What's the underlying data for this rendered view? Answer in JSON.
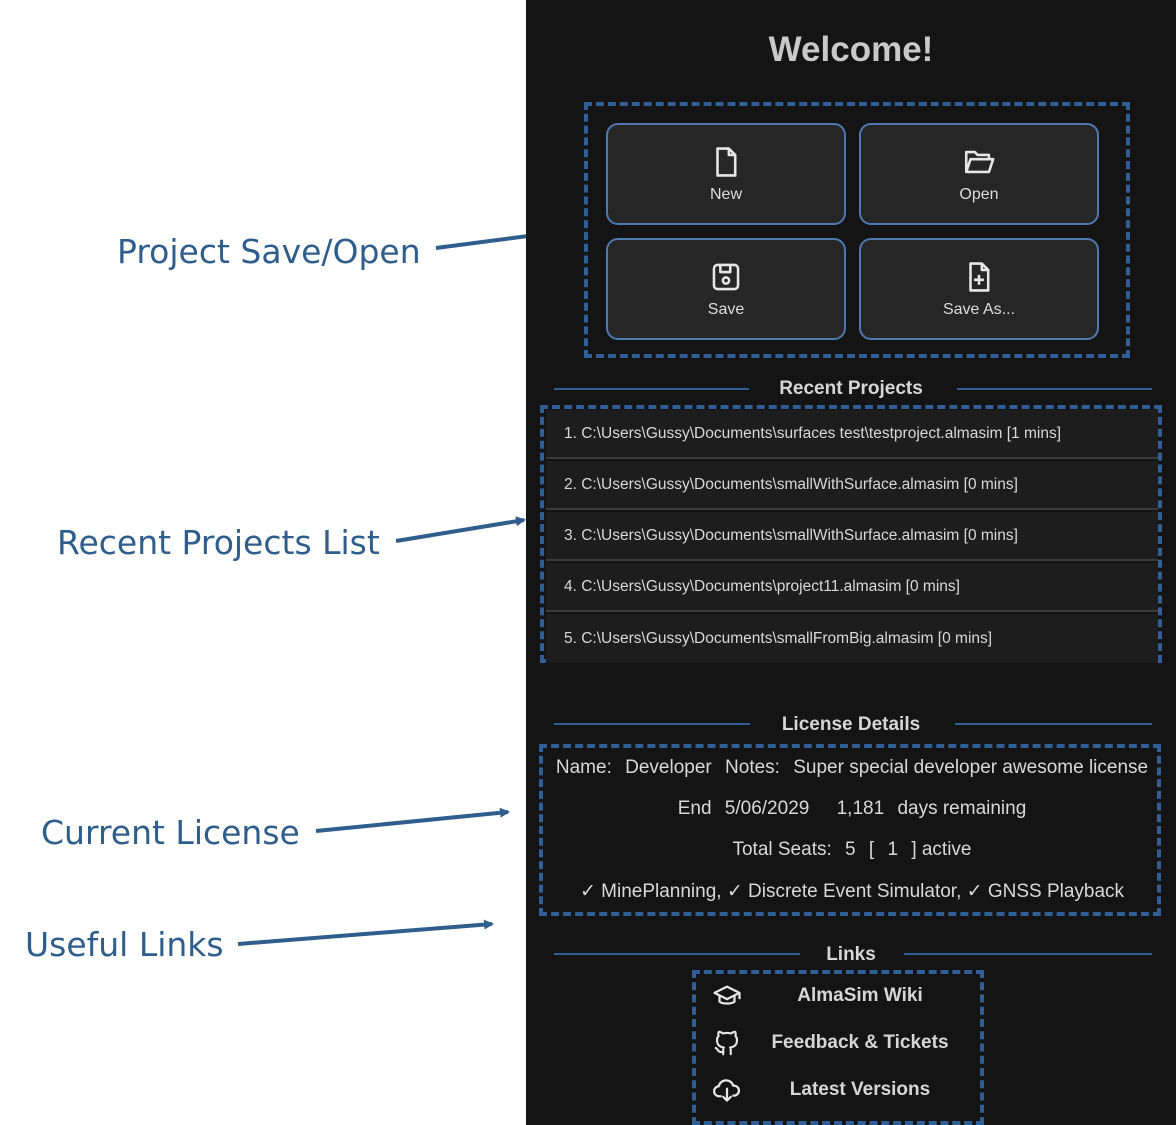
{
  "annotations": [
    {
      "id": "project-save-open",
      "label": "Project Save/Open"
    },
    {
      "id": "recent-projects-list",
      "label": "Recent Projects List"
    },
    {
      "id": "current-license",
      "label": "Current License"
    },
    {
      "id": "useful-links",
      "label": "Useful Links"
    }
  ],
  "colors": {
    "annotation_text": "#2f5d8c",
    "panel_bg": "#141414",
    "accent_blue": "#2f5f96",
    "button_border": "#4e79b0"
  },
  "panel": {
    "title": "Welcome!",
    "project_buttons": [
      {
        "label": "New",
        "icon": "file-icon"
      },
      {
        "label": "Open",
        "icon": "folder-open-icon"
      },
      {
        "label": "Save",
        "icon": "save-icon"
      },
      {
        "label": "Save As...",
        "icon": "file-plus-icon"
      }
    ],
    "recent_projects": {
      "title": "Recent Projects",
      "items": [
        "1. C:\\Users\\Gussy\\Documents\\surfaces test\\testproject.almasim [1 mins]",
        "2. C:\\Users\\Gussy\\Documents\\smallWithSurface.almasim [0 mins]",
        "3. C:\\Users\\Gussy\\Documents\\smallWithSurface.almasim [0 mins]",
        "4. C:\\Users\\Gussy\\Documents\\project11.almasim [0 mins]",
        "5. C:\\Users\\Gussy\\Documents\\smallFromBig.almasim [0 mins]"
      ]
    },
    "license": {
      "title": "License Details",
      "name_label": "Name:",
      "name_value": "Developer",
      "notes_label": "Notes:",
      "notes_value": "Super special developer awesome license",
      "end_label": "End",
      "end_value": "5/06/2029",
      "days_value": "1,181",
      "days_label": "days remaining",
      "seats_label": "Total Seats:",
      "seats_value": "5",
      "active_open": "[",
      "active_value": "1",
      "active_close": "] active",
      "features": "✓ MinePlanning, ✓ Discrete Event Simulator, ✓ GNSS Playback"
    },
    "links": {
      "title": "Links",
      "items": [
        {
          "label": "AlmaSim Wiki",
          "icon": "graduation-cap-icon"
        },
        {
          "label": "Feedback & Tickets",
          "icon": "github-icon"
        },
        {
          "label": "Latest Versions",
          "icon": "cloud-download-icon"
        }
      ]
    }
  }
}
